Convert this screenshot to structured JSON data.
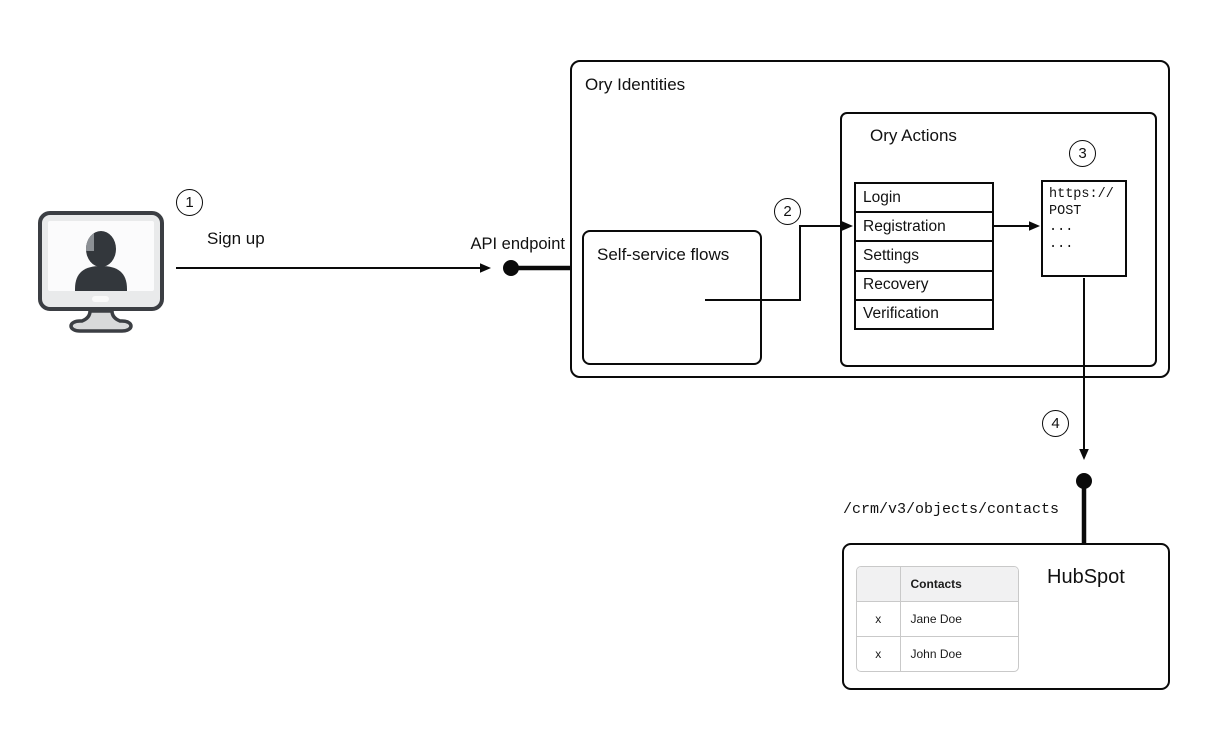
{
  "labels": {
    "sign_up": "Sign up",
    "api_endpoint": "API endpoint",
    "ory_identities": "Ory Identities",
    "self_service_flows": "Self-service flows",
    "ory_actions": "Ory Actions",
    "crm_path": "/crm/v3/objects/contacts",
    "hubspot": "HubSpot"
  },
  "badges": [
    "1",
    "2",
    "3",
    "4"
  ],
  "flows": [
    "Login",
    "Registration",
    "Settings",
    "Recovery",
    "Verification"
  ],
  "code_box": {
    "lines": [
      "https://",
      "POST",
      "...",
      "..."
    ]
  },
  "contacts_table": {
    "header": [
      "",
      "Contacts"
    ],
    "rows": [
      [
        "x",
        "Jane Doe"
      ],
      [
        "x",
        "John Doe"
      ]
    ]
  },
  "icons": {
    "workstation": "monitor-user-silhouette-icon",
    "api_endpoint_node": "filled-circle-endpoint-dot",
    "hubspot_endpoint_node": "filled-circle-endpoint-dot"
  },
  "colors": {
    "stroke": "#0a0a0a",
    "background": "#ffffff",
    "table_border": "#c9c9c9",
    "table_header_bg": "#f1f1f2",
    "icon_frame_fill": "#e9eaeb",
    "icon_silhouette": "#33373c"
  }
}
